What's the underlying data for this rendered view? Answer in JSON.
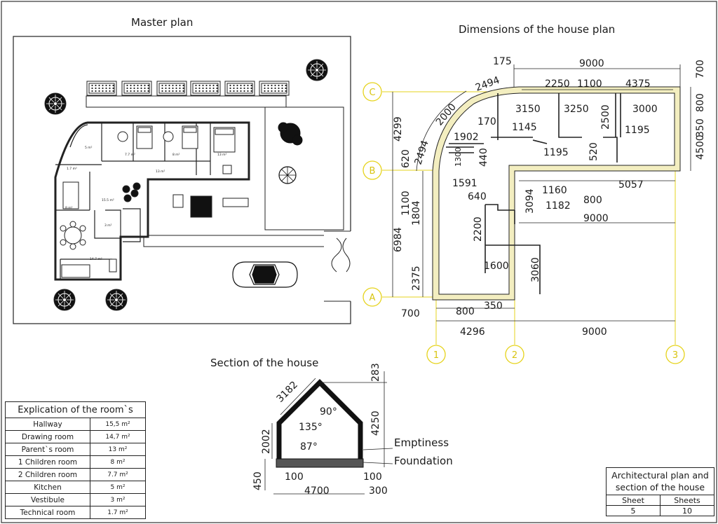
{
  "titles": {
    "master_plan": "Master plan",
    "dimensions": "Dimensions of the house plan",
    "section": "Section of the house"
  },
  "axes": {
    "rows": [
      "C",
      "B",
      "A"
    ],
    "cols": [
      "1",
      "2",
      "3"
    ]
  },
  "dims": {
    "d175": "175",
    "d9000_top": "9000",
    "d700_r": "700",
    "d2494_a": "2494",
    "d2250": "2250",
    "d1100_top": "1100",
    "d4375": "4375",
    "d800_r": "800",
    "d350_r": "350",
    "d4500": "4500",
    "d2000": "2000",
    "d3150": "3150",
    "d3250": "3250",
    "d3000": "3000",
    "d2500": "2500",
    "d4299": "4299",
    "d2494_b": "2494",
    "d170": "170",
    "d1145": "1145",
    "d1195_a": "1195",
    "d1902": "1902",
    "d1300": "1300",
    "d440": "440",
    "d1195_b": "1195",
    "d520": "520",
    "d620": "620",
    "d1591": "1591",
    "d1160": "1160",
    "d5057": "5057",
    "d640": "640",
    "d3094": "3094",
    "d1182": "1182",
    "d800_m": "800",
    "d1100_l": "1100",
    "d1804": "1804",
    "d9000_mid": "9000",
    "d6984": "6984",
    "d2200": "2200",
    "d1600": "1600",
    "d3060": "3060",
    "d2375": "2375",
    "d700_b": "700",
    "d800_b": "800",
    "d350_b": "350",
    "d4296": "4296",
    "d9000_bot": "9000"
  },
  "section": {
    "d3182": "3182",
    "d283": "283",
    "d90": "90°",
    "d4250": "4250",
    "d135": "135°",
    "d2002": "2002",
    "d87": "87°",
    "emptiness": "Emptiness",
    "foundation": "Foundation",
    "d450": "450",
    "d100_l": "100",
    "d100_r": "100",
    "d4700": "4700",
    "d300": "300"
  },
  "plan_labels": {
    "a5": "5 m²",
    "a77": "7.7 m²",
    "a8": "8 m²",
    "a13": "13 m²",
    "a137": "13 m²",
    "a17": "1.7 m²",
    "a3": "3 m²",
    "a155": "15.5 m²",
    "a147": "14.7 m²",
    "a8b": "8 m²"
  },
  "explication": {
    "header": "Explication of the room`s",
    "rows": [
      {
        "room": "Hallway",
        "area": "15,5 m²"
      },
      {
        "room": "Drawing room",
        "area": "14,7 m²"
      },
      {
        "room": "Parent`s room",
        "area": "13 m²"
      },
      {
        "room": "1 Children room",
        "area": "8 m²"
      },
      {
        "room": "2 Children room",
        "area": "7.7 m²"
      },
      {
        "room": "Kitchen",
        "area": "5 m²"
      },
      {
        "room": "Vestibule",
        "area": "3 m²"
      },
      {
        "room": "Technical room",
        "area": "1.7 m²"
      }
    ]
  },
  "stamp": {
    "title_line1": "Architectural plan and",
    "title_line2": "section of the house",
    "sheet_label": "Sheet",
    "sheets_label": "Sheets",
    "sheet": "5",
    "sheets": "10"
  },
  "colors": {
    "line": "#1a1a1a",
    "axis": "#e6d31c",
    "wall_fill": "#f3eec0"
  }
}
